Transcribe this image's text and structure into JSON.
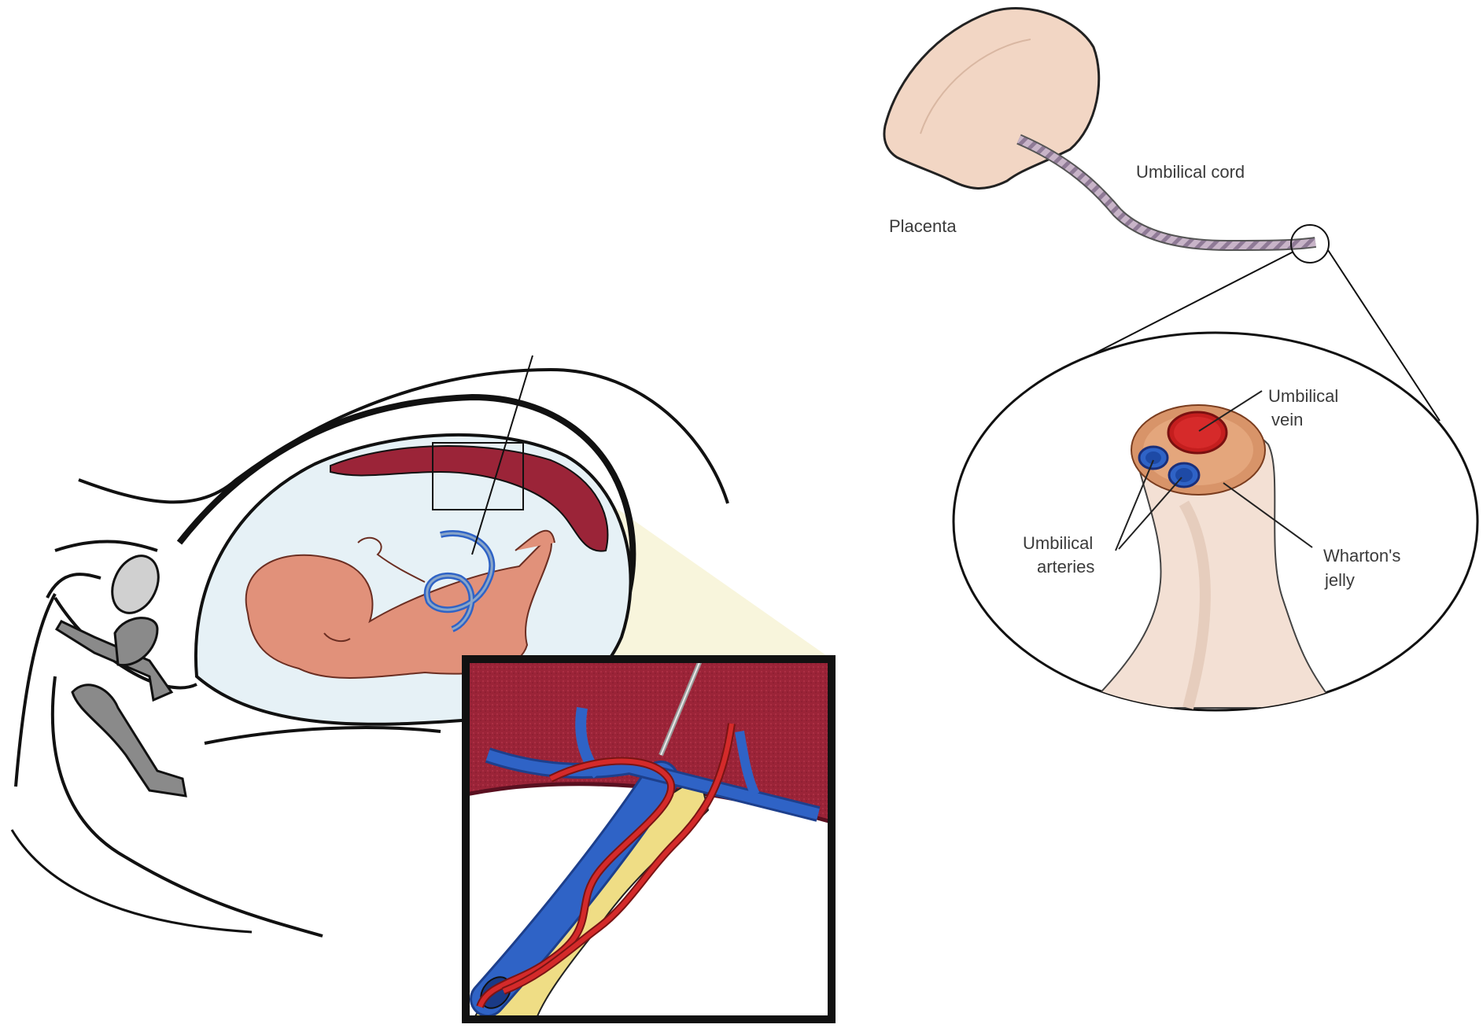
{
  "labels": {
    "placenta": "Placenta",
    "umbilical_cord": "Umbilical cord",
    "umbilical_vein_line1": "Umbilical",
    "umbilical_vein_line2": "vein",
    "umbilical_arteries_line1": "Umbilical",
    "umbilical_arteries_line2": "arteries",
    "whartons_jelly_line1": "Wharton's",
    "whartons_jelly_line2": "jelly"
  },
  "colors": {
    "placenta_fill": "#f2d6c4",
    "placenta_wall": "#9b2438",
    "fetus_skin": "#e1917a",
    "amniotic_fluid": "#e6f1f6",
    "vein_blue": "#2f63c6",
    "artery_red": "#d42a2a",
    "whartons_jelly_yellow": "#efdd85",
    "zoom_cone": "#f7f4d8",
    "cord_tissue": "#f3e0d4",
    "bone_gray": "#8a8a8a"
  },
  "icons": [
    "fetus-illustration",
    "needle",
    "magnifier-circle"
  ]
}
